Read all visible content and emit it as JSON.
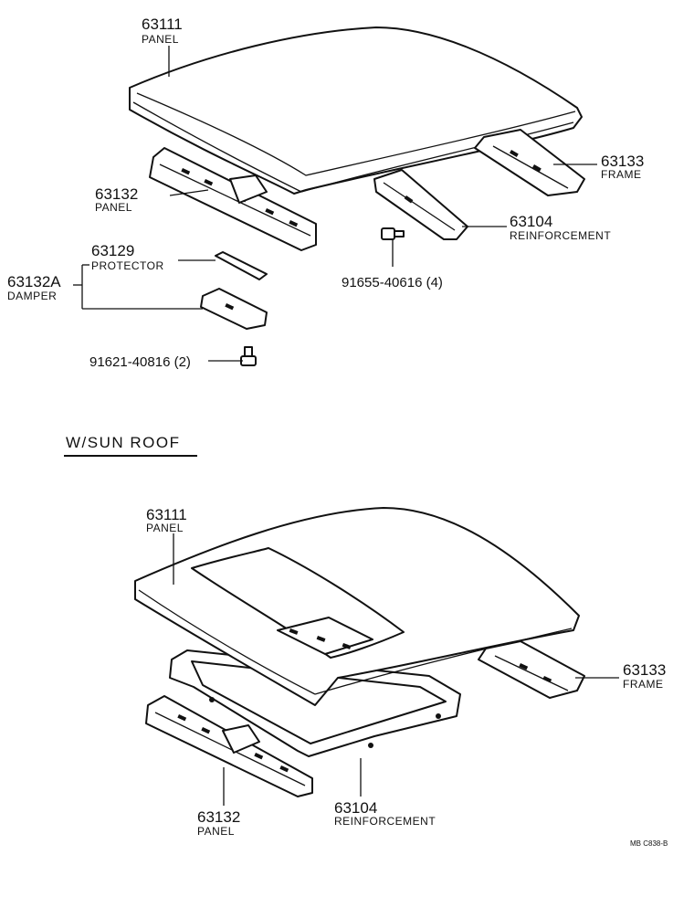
{
  "top_section": {
    "panel": {
      "number": "63111",
      "name": "PANEL"
    },
    "rear_panel": {
      "number": "63132",
      "name": "PANEL"
    },
    "frame": {
      "number": "63133",
      "name": "FRAME"
    },
    "reinforcement": {
      "number": "63104",
      "name": "REINFORCEMENT"
    },
    "bolt": {
      "text": "91655-40616 (4)"
    },
    "protector": {
      "number": "63129",
      "name": "PROTECTOR"
    },
    "damper": {
      "number": "63132A",
      "name": "DAMPER"
    },
    "screw": {
      "text": "91621-40816 (2)"
    }
  },
  "sunroof_section": {
    "heading": "W/SUN  ROOF",
    "panel": {
      "number": "63111",
      "name": "PANEL"
    },
    "frame": {
      "number": "63133",
      "name": "FRAME"
    },
    "rear_panel": {
      "number": "63132",
      "name": "PANEL"
    },
    "reinforcement": {
      "number": "63104",
      "name": "REINFORCEMENT"
    }
  },
  "footer_code": "MB  C838-B"
}
